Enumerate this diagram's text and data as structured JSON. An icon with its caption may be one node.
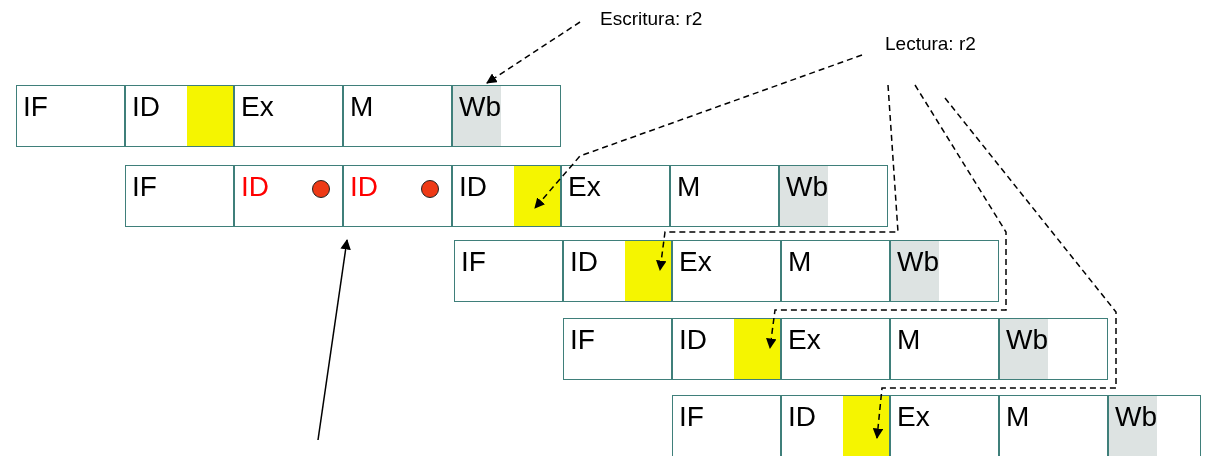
{
  "diagram": {
    "nodes": [
      {
        "text": [
          "Escritura: r2"
        ]
      },
      {
        "text": [
          "Lectura: r2"
        ]
      },
      {
        "text": [
          "IF"
        ]
      },
      {
        "text": [
          "ID"
        ]
      },
      {
        "text": [
          "Ex"
        ]
      },
      {
        "text": [
          "M"
        ]
      },
      {
        "text": [
          "Wb"
        ]
      },
      {
        "text": [
          "IF"
        ]
      },
      {
        "text": [
          "ID"
        ]
      },
      {
        "text": [
          "ID"
        ]
      },
      {
        "text": [
          "ID"
        ]
      },
      {
        "text": [
          "Ex"
        ]
      },
      {
        "text": [
          "M"
        ]
      },
      {
        "text": [
          "Wb"
        ]
      },
      {
        "text": [
          "IF"
        ]
      },
      {
        "text": [
          "ID"
        ]
      },
      {
        "text": [
          "Ex"
        ]
      },
      {
        "text": [
          "M"
        ]
      },
      {
        "text": [
          "Wb"
        ]
      },
      {
        "text": [
          "IF"
        ]
      },
      {
        "text": [
          "ID"
        ]
      },
      {
        "text": [
          "Ex"
        ]
      },
      {
        "text": [
          "M"
        ]
      },
      {
        "text": [
          "Wb"
        ]
      },
      {
        "text": [
          "IF"
        ]
      },
      {
        "text": [
          "ID"
        ]
      },
      {
        "text": [
          "Ex"
        ]
      },
      {
        "text": [
          "M"
        ]
      },
      {
        "text": [
          "Wb"
        ]
      }
    ],
    "edges": [
      {
        "from": 0,
        "to": 6,
        "arrow": "to",
        "style": "dashed"
      },
      {
        "from": 1,
        "to": 10,
        "arrow": "to",
        "style": "dashed"
      },
      {
        "from": 1,
        "to": 15,
        "arrow": "to",
        "style": "dashed"
      },
      {
        "from": 1,
        "to": 20,
        "arrow": "to",
        "style": "dashed"
      },
      {
        "from": 1,
        "to": 25,
        "arrow": "to",
        "style": "dashed"
      },
      {
        "from": null,
        "to": 9,
        "arrow": "to"
      }
    ]
  }
}
